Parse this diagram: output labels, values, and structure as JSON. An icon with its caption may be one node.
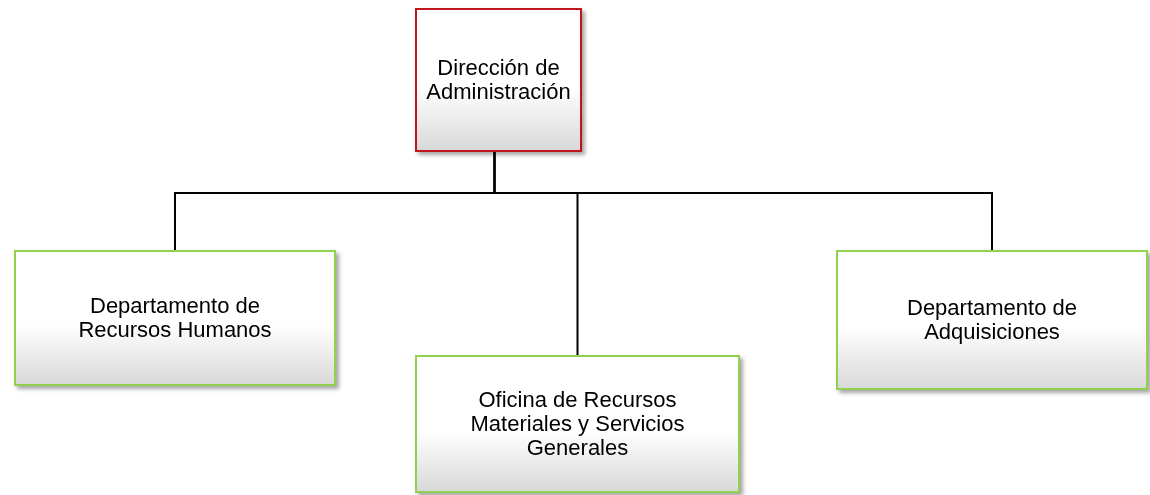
{
  "diagram": {
    "nodes": [
      {
        "text": [
          "Dirección de Administración"
        ]
      },
      {
        "text": [
          "Departamento de Recursos Humanos"
        ]
      },
      {
        "text": [
          "Oficina de Recursos Materiales y Servicios Generales"
        ]
      },
      {
        "text": [
          "Departamento de Adquisiciones"
        ]
      }
    ],
    "edges": [
      {
        "from": 0,
        "to": 1,
        "arrow": "none"
      },
      {
        "from": 0,
        "to": 2,
        "arrow": "none"
      },
      {
        "from": 0,
        "to": 3,
        "arrow": "none"
      }
    ]
  }
}
